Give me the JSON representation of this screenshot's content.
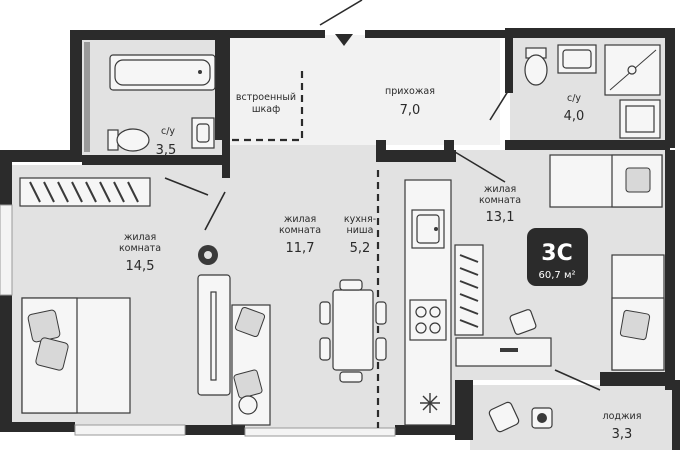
{
  "plan": {
    "rooms": [
      {
        "id": "bathroom_1",
        "name": "с/у",
        "area": "3,5"
      },
      {
        "id": "closet",
        "name_line1": "встроенный",
        "name_line2": "шкаф"
      },
      {
        "id": "hallway",
        "name": "прихожая",
        "area": "7,0"
      },
      {
        "id": "bathroom_2",
        "name": "с/у",
        "area": "4,0"
      },
      {
        "id": "living_left",
        "name_line1": "жилая",
        "name_line2": "комната",
        "area": "14,5"
      },
      {
        "id": "living_center",
        "name_line1": "жилая",
        "name_line2": "комната",
        "area": "11,7"
      },
      {
        "id": "kitchen",
        "name_line1": "кухня-",
        "name_line2": "ниша",
        "area": "5,2"
      },
      {
        "id": "living_right",
        "name_line1": "жилая",
        "name_line2": "комната",
        "area": "13,1"
      },
      {
        "id": "loggia",
        "name": "лоджия",
        "area": "3,3"
      }
    ],
    "badge": {
      "type": "3С",
      "total_area": "60,7 м²"
    },
    "colors": {
      "wall": "#2b2b2b",
      "floor": "#e2e2e2",
      "hall": "#f2f2f2",
      "badge": "#2b2b2b",
      "badge_text": "#ffffff"
    },
    "icons": [
      "entrance-arrow-icon",
      "bathtub-icon",
      "toilet-icon",
      "sink-icon",
      "shower-icon",
      "washing-machine-icon",
      "radiator-icon",
      "stove-icon",
      "fridge-snowflake-icon",
      "plant-icon",
      "chair-icon",
      "armchair-icon"
    ]
  }
}
